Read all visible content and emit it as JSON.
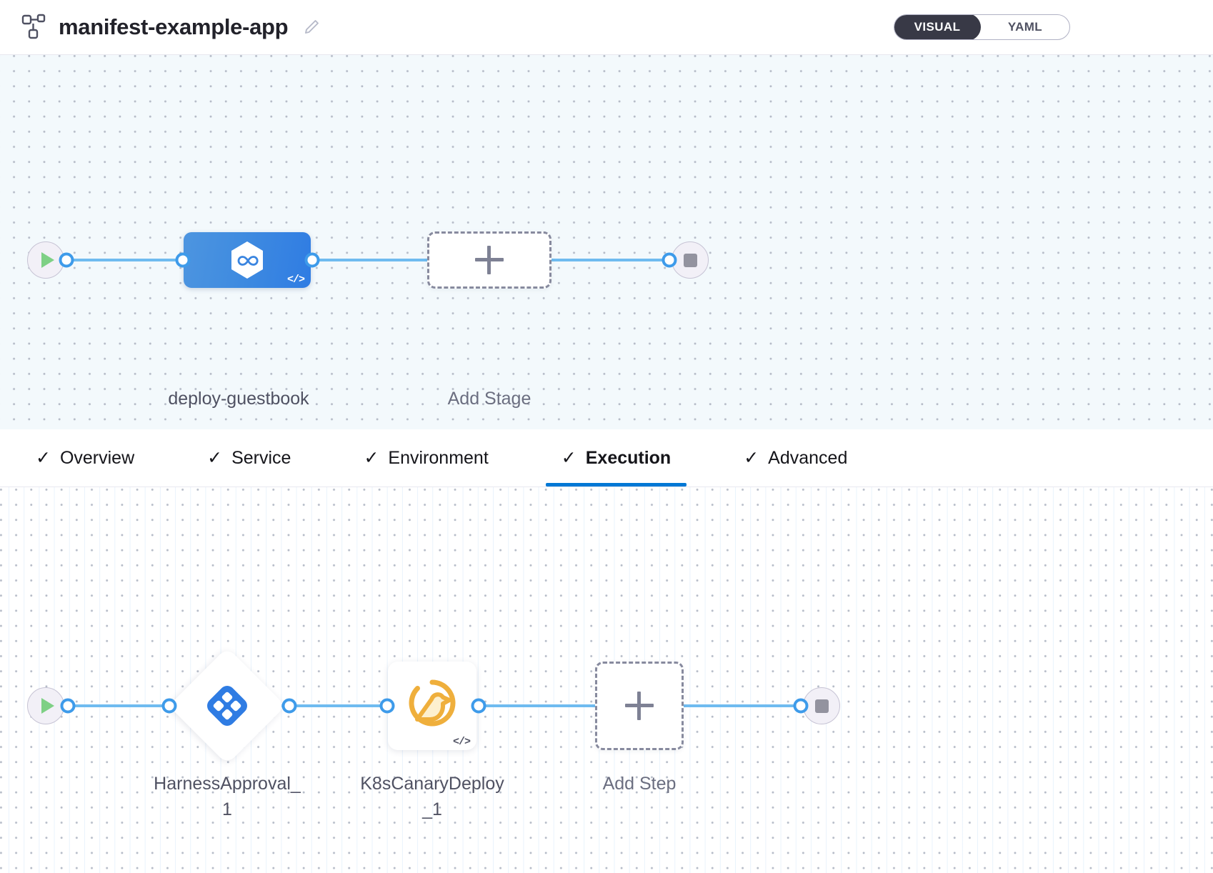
{
  "header": {
    "pipeline_icon": "pipeline-nodes-icon",
    "title": "manifest-example-app",
    "edit_icon": "pencil-edit-icon",
    "mode_toggle": {
      "selected": "VISUAL",
      "options": [
        "VISUAL",
        "YAML"
      ],
      "visual_label": "VISUAL",
      "yaml_label": "YAML",
      "active_bg": "#383946"
    }
  },
  "stage_canvas": {
    "background": "#f3f9fc",
    "start_icon": "play-icon",
    "end_icon": "stop-icon",
    "nodes": [
      {
        "id": "deploy-guestbook",
        "label": "deploy-guestbook",
        "type": "deployment-stage",
        "icon": "hexagon-infinity-icon",
        "badge": "</>",
        "color": "#3f8be0"
      },
      {
        "id": "add-stage",
        "label": "Add Stage",
        "type": "add-placeholder",
        "icon": "plus-icon"
      }
    ]
  },
  "tabs": {
    "items": [
      {
        "label": "Overview",
        "check": "✓",
        "active": false
      },
      {
        "label": "Service",
        "check": "✓",
        "active": false
      },
      {
        "label": "Environment",
        "check": "✓",
        "active": false
      },
      {
        "label": "Execution",
        "check": "✓",
        "active": true
      },
      {
        "label": "Advanced",
        "check": "✓",
        "active": false
      }
    ],
    "active_color": "#0278d5"
  },
  "execution_canvas": {
    "background": "#ffffff",
    "start_icon": "play-icon",
    "end_icon": "stop-icon",
    "nodes": [
      {
        "id": "harness-approval",
        "label": "HarnessApproval_1",
        "type": "approval-step",
        "shape": "diamond",
        "icon": "harness-approval-icon",
        "color": "#2f7ce3"
      },
      {
        "id": "k8s-canary-deploy",
        "label": "K8sCanaryDeploy_1",
        "type": "k8s-canary-step",
        "shape": "square",
        "icon": "canary-bird-icon",
        "badge": "</>",
        "color": "#efaf3c"
      },
      {
        "id": "add-step",
        "label": "Add Step",
        "type": "add-placeholder",
        "icon": "plus-icon"
      }
    ]
  }
}
